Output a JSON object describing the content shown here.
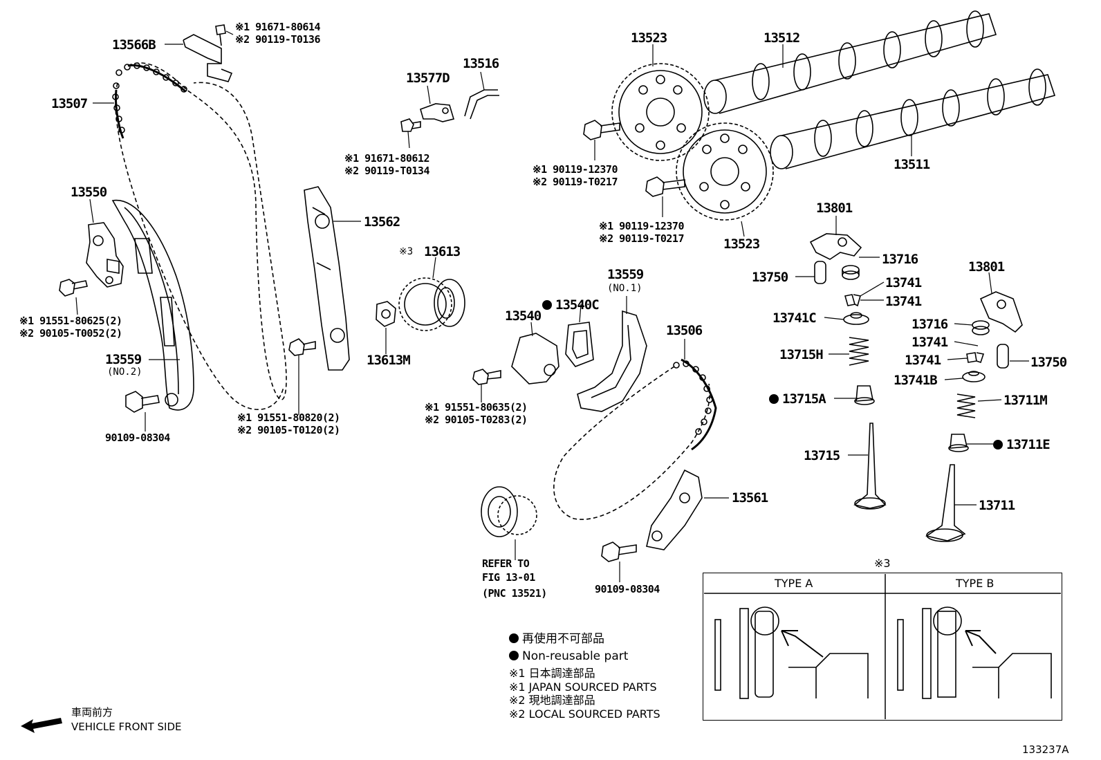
{
  "labels": {
    "p13566B": "13566B",
    "p13507": "13507",
    "p13550": "13550",
    "p13559_no2": "13559",
    "no2": "(NO.2)",
    "p90109a": "90109-08304",
    "p13577D": "13577D",
    "p13516": "13516",
    "p13562": "13562",
    "p13613": "13613",
    "mark3": "※3",
    "p13613M": "13613M",
    "p13523a": "13523",
    "p13523b": "13523",
    "p13512": "13512",
    "p13511": "13511",
    "p13540": "13540",
    "p13540C": "13540C",
    "p13559_no1": "13559",
    "no1": "(NO.1)",
    "p13506": "13506",
    "p13561": "13561",
    "p90109b": "90109-08304",
    "refer": [
      "REFER TO",
      "FIG 13-01",
      "(PNC 13521)"
    ],
    "p13801a": "13801",
    "p13716a": "13716",
    "p13750a": "13750",
    "p13741a": "13741",
    "p13741b": "13741",
    "p13741C": "13741C",
    "p13715H": "13715H",
    "p13715A": "13715A",
    "p13715": "13715",
    "p13801b": "13801",
    "p13716b": "13716",
    "p13741c": "13741",
    "p13741d": "13741",
    "p13750b": "13750",
    "p13741B": "13741B",
    "p13711M": "13711M",
    "p13711E": "13711E",
    "p13711": "13711"
  },
  "notes": {
    "bolt_13566B": [
      "※1 91671-80614",
      "※2 90119-T0136"
    ],
    "bolt_13577D": [
      "※1 91671-80612",
      "※2 90119-T0134"
    ],
    "bolt_13550": [
      "※1 91551-80625(2)",
      "※2 90105-T0052(2)"
    ],
    "bolt_13562": [
      "※1 91551-80820(2)",
      "※2 90105-T0120(2)"
    ],
    "bolt_13540": [
      "※1 91551-80635(2)",
      "※2 90105-T0283(2)"
    ],
    "bolt_13523a": [
      "※1 90119-12370",
      "※2 90119-T0217"
    ],
    "bolt_13523b": [
      "※1 90119-12370",
      "※2 90119-T0217"
    ]
  },
  "legend": {
    "items": [
      "再使用不可部品",
      "Non-reusable part",
      "※1  日本調達部品",
      "※1  JAPAN SOURCED PARTS",
      "※2  現地調達部品",
      "※2  LOCAL SOURCED PARTS"
    ]
  },
  "type_box": {
    "mark": "※3",
    "type_a": "TYPE A",
    "type_b": "TYPE B"
  },
  "front": [
    "車両前方",
    "VEHICLE FRONT SIDE"
  ],
  "figure_number": "133237A"
}
